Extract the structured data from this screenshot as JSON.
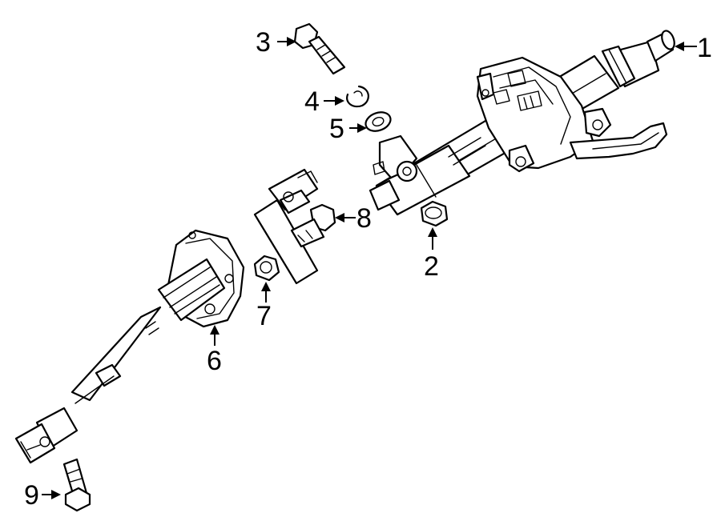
{
  "callouts": [
    {
      "id": "1",
      "text": "1"
    },
    {
      "id": "2",
      "text": "2"
    },
    {
      "id": "3",
      "text": "3"
    },
    {
      "id": "4",
      "text": "4"
    },
    {
      "id": "5",
      "text": "5"
    },
    {
      "id": "6",
      "text": "6"
    },
    {
      "id": "7",
      "text": "7"
    },
    {
      "id": "8",
      "text": "8"
    },
    {
      "id": "9",
      "text": "9"
    }
  ],
  "colors": {
    "line": "#000000",
    "background": "#ffffff"
  }
}
